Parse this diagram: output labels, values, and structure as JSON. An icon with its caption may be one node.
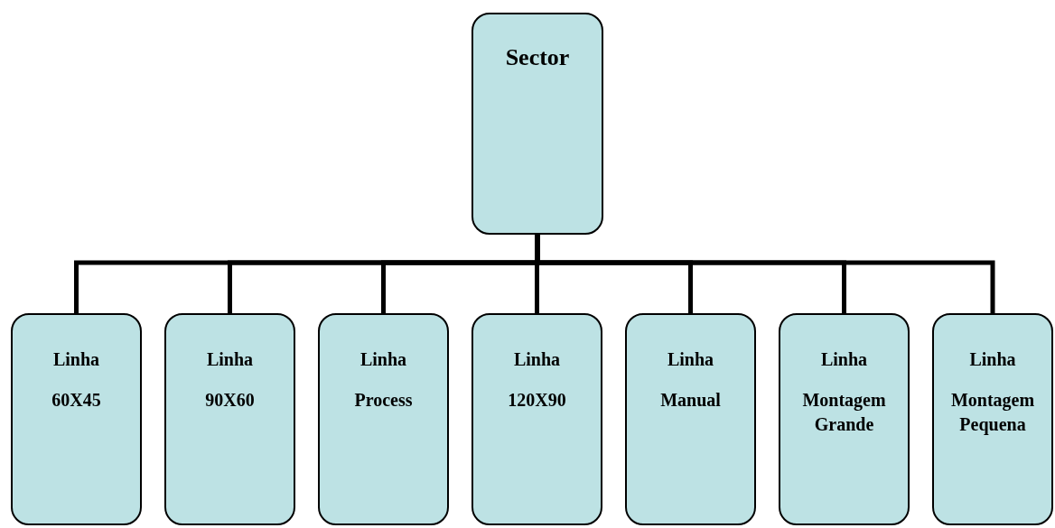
{
  "diagram": {
    "nodes": [
      {
        "text": [
          "Sector"
        ]
      },
      {
        "text": [
          "Linha",
          "60X45"
        ]
      },
      {
        "text": [
          "Linha",
          "90X60"
        ]
      },
      {
        "text": [
          "Linha",
          "Process"
        ]
      },
      {
        "text": [
          "Linha",
          "120X90"
        ]
      },
      {
        "text": [
          "Linha",
          "Manual"
        ]
      },
      {
        "text": [
          "Linha",
          "Montagem Grande"
        ]
      },
      {
        "text": [
          "Linha",
          "Montagem Pequena"
        ]
      }
    ],
    "edges": [
      {
        "from": 0,
        "to": 1,
        "arrow": "none"
      },
      {
        "from": 0,
        "to": 2,
        "arrow": "none"
      },
      {
        "from": 0,
        "to": 3,
        "arrow": "none"
      },
      {
        "from": 0,
        "to": 4,
        "arrow": "none"
      },
      {
        "from": 0,
        "to": 5,
        "arrow": "none"
      },
      {
        "from": 0,
        "to": 6,
        "arrow": "none"
      },
      {
        "from": 0,
        "to": 7,
        "arrow": "none"
      }
    ]
  }
}
